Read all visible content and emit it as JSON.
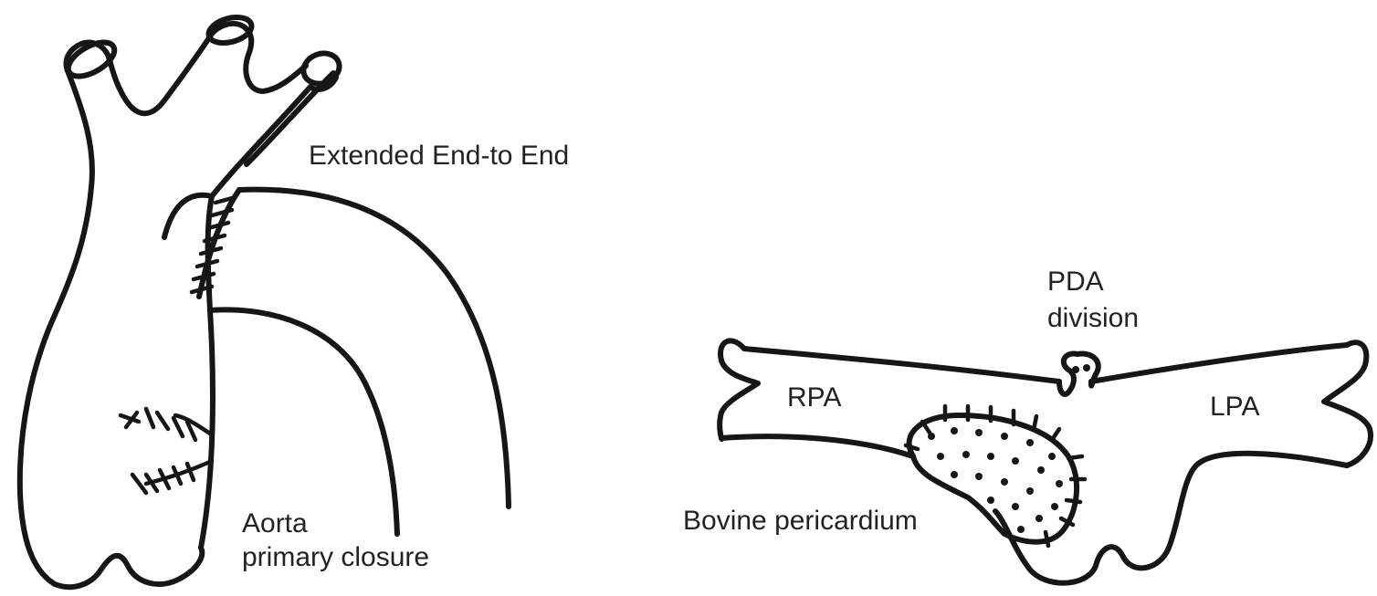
{
  "labels": {
    "extended_end_to_end": "Extended End-to End",
    "aorta_line1": "Aorta",
    "aorta_line2": "primary closure",
    "pda_line1": "PDA",
    "pda_line2": "division",
    "rpa": "RPA",
    "lpa": "LPA",
    "bovine_pericardium": "Bovine pericardium"
  },
  "colors": {
    "ink": "#161616",
    "text": "#222222",
    "background": "#ffffff"
  }
}
